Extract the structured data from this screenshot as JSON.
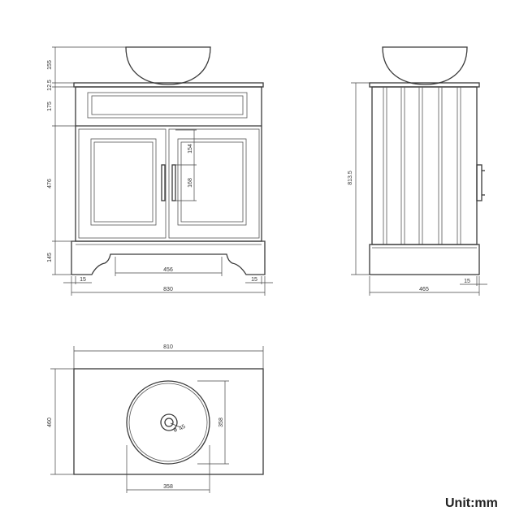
{
  "front_view": {
    "width_total": "830",
    "basin_height": "155",
    "top_thickness": "12.5",
    "drawer_height": "175",
    "door_height": "476",
    "plinth_height": "145",
    "plinth_cutout": "456",
    "left_inset": "15",
    "right_inset": "15",
    "handle_offset": "154",
    "handle_length": "168"
  },
  "side_view": {
    "height_total": "813.5",
    "depth": "465",
    "inset": "15"
  },
  "top_view": {
    "width": "810",
    "depth": "460",
    "basin_width": "358",
    "basin_depth": "358",
    "waste_diameter": "45"
  },
  "unit_label": "Unit:mm"
}
